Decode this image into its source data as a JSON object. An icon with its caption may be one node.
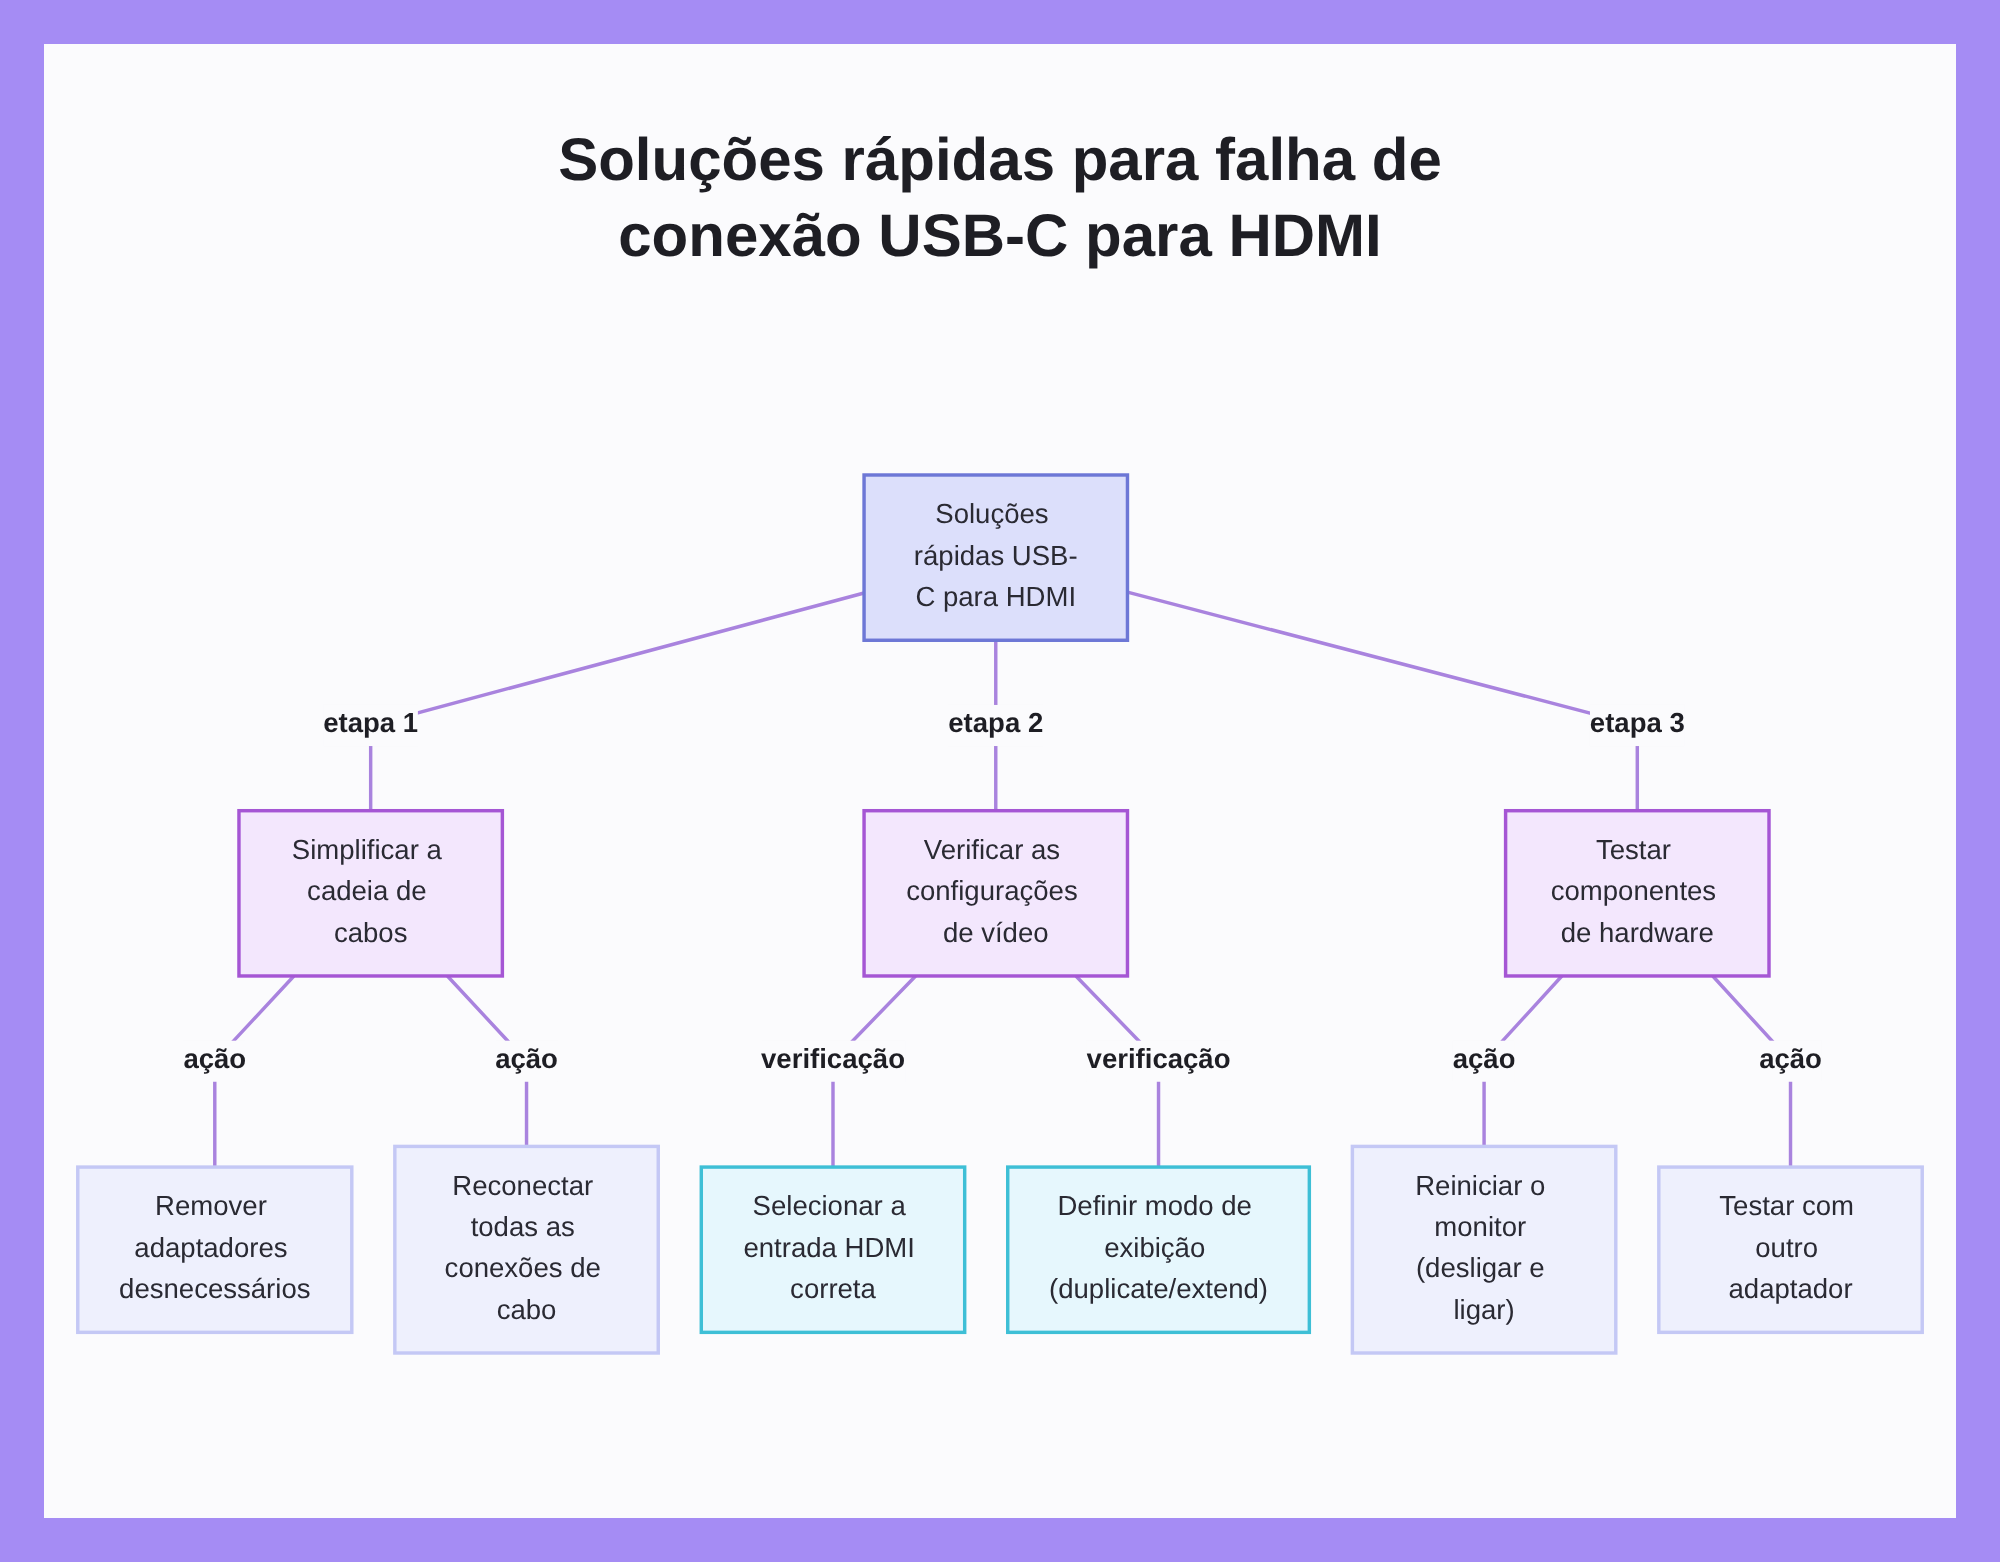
{
  "diagram": {
    "title": "Soluções rápidas para falha de conexão USB-C para HDMI",
    "nodes": [
      {
        "text": [
          "Soluções rápidas USB-C para HDMI"
        ]
      },
      {
        "text": [
          "Simplificar a cadeia de cabos"
        ]
      },
      {
        "text": [
          "Verificar as configurações de vídeo"
        ]
      },
      {
        "text": [
          "Testar componentes de hardware"
        ]
      },
      {
        "text": [
          "Remover adaptadores desnecessários"
        ]
      },
      {
        "text": [
          "Reconectar todas as conexões de cabo"
        ]
      },
      {
        "text": [
          "Selecionar a entrada HDMI correta"
        ]
      },
      {
        "text": [
          "Definir modo de exibição (duplicate/extend)"
        ]
      },
      {
        "text": [
          "Reiniciar o monitor (desligar e ligar)"
        ]
      },
      {
        "text": [
          "Testar com outro adaptador"
        ]
      }
    ],
    "edges": [
      {
        "from": 0,
        "to": 1,
        "arrow": "none",
        "label": "etapa 1"
      },
      {
        "from": 0,
        "to": 2,
        "arrow": "none",
        "label": "etapa 2"
      },
      {
        "from": 0,
        "to": 3,
        "arrow": "none",
        "label": "etapa 3"
      },
      {
        "from": 1,
        "to": 4,
        "arrow": "none",
        "label": "ação"
      },
      {
        "from": 1,
        "to": 5,
        "arrow": "none",
        "label": "ação"
      },
      {
        "from": 2,
        "to": 6,
        "arrow": "none",
        "label": "verificação"
      },
      {
        "from": 2,
        "to": 7,
        "arrow": "none",
        "label": "verificação"
      },
      {
        "from": 3,
        "to": 8,
        "arrow": "none",
        "label": "ação"
      },
      {
        "from": 3,
        "to": 9,
        "arrow": "none",
        "label": "ação"
      }
    ]
  }
}
